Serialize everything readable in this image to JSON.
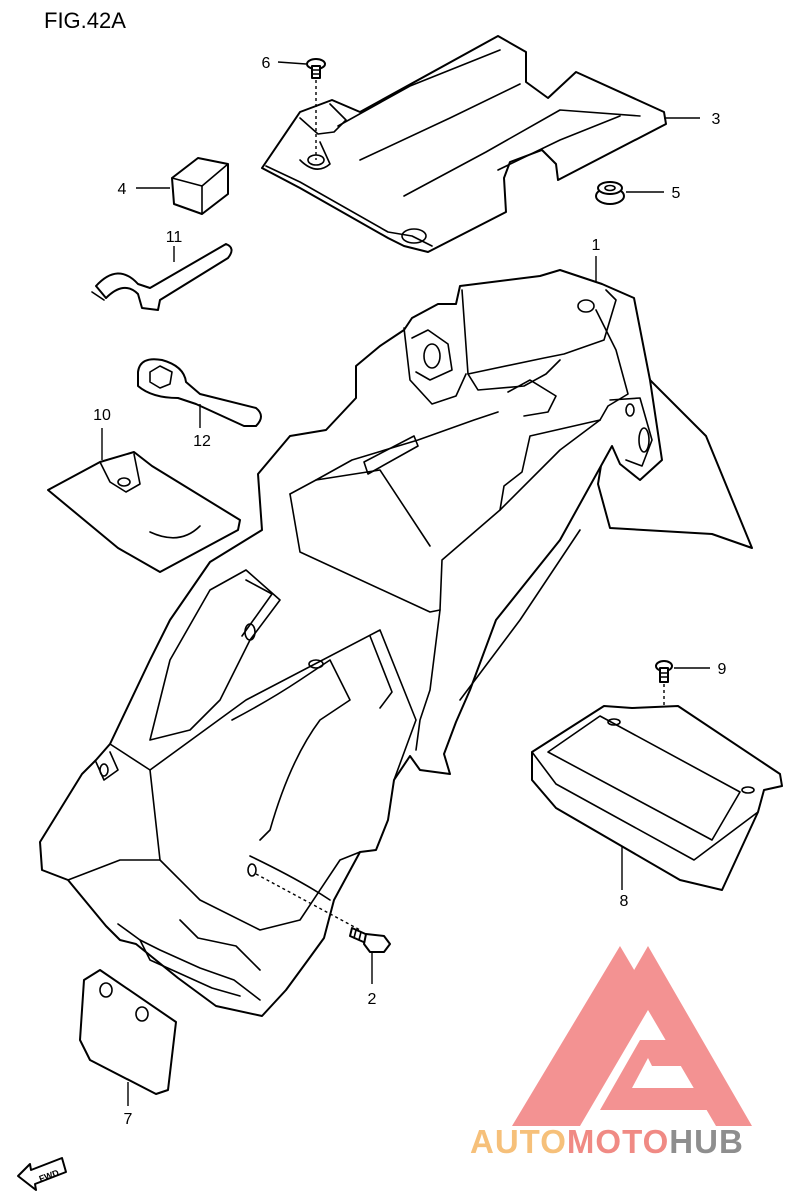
{
  "figure": {
    "title": "FIG.42A"
  },
  "callouts": [
    {
      "id": "1",
      "label": "1"
    },
    {
      "id": "2",
      "label": "2"
    },
    {
      "id": "3",
      "label": "3"
    },
    {
      "id": "4",
      "label": "4"
    },
    {
      "id": "5",
      "label": "5"
    },
    {
      "id": "6",
      "label": "6"
    },
    {
      "id": "7",
      "label": "7"
    },
    {
      "id": "8",
      "label": "8"
    },
    {
      "id": "9",
      "label": "9"
    },
    {
      "id": "10",
      "label": "10"
    },
    {
      "id": "11",
      "label": "11"
    },
    {
      "id": "12",
      "label": "12"
    }
  ],
  "direction_badge": {
    "text": "FWD",
    "icon": "fwd-arrow-icon"
  },
  "watermark": {
    "part1": "AUTO",
    "part2": "MOTO",
    "part3": "HUB",
    "colors": {
      "auto": "#f6c07a",
      "moto": "#f08a84",
      "hub": "#8e8e8e",
      "logo": "#f2807f"
    }
  }
}
